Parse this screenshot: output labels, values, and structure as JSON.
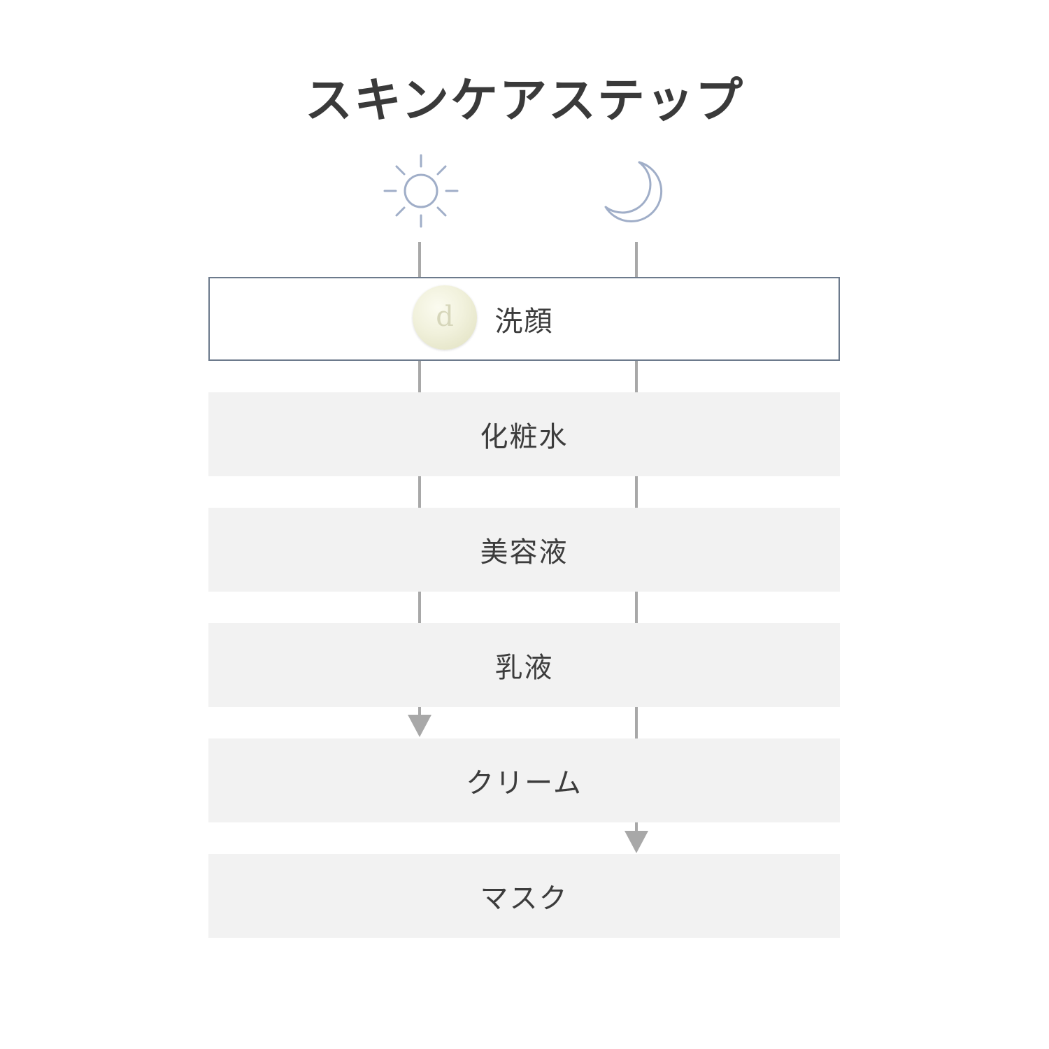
{
  "title": "スキンケアステップ",
  "icons": {
    "day": "sun-icon",
    "night": "moon-icon",
    "icon_color": "#a0aec8"
  },
  "colors": {
    "connector": "#a8a8a8",
    "step_background": "#f2f2f2",
    "highlight_border": "#6c7a8c",
    "text": "#3c3c3c"
  },
  "steps": [
    {
      "label": "洗顔",
      "highlighted": true,
      "has_product_image": true
    },
    {
      "label": "化粧水",
      "highlighted": false
    },
    {
      "label": "美容液",
      "highlighted": false
    },
    {
      "label": "乳液",
      "highlighted": false
    },
    {
      "label": "クリーム",
      "highlighted": false
    },
    {
      "label": "マスク",
      "highlighted": false
    }
  ],
  "routines": {
    "morning_ends_at": "クリーム",
    "night_ends_at": "マスク"
  }
}
